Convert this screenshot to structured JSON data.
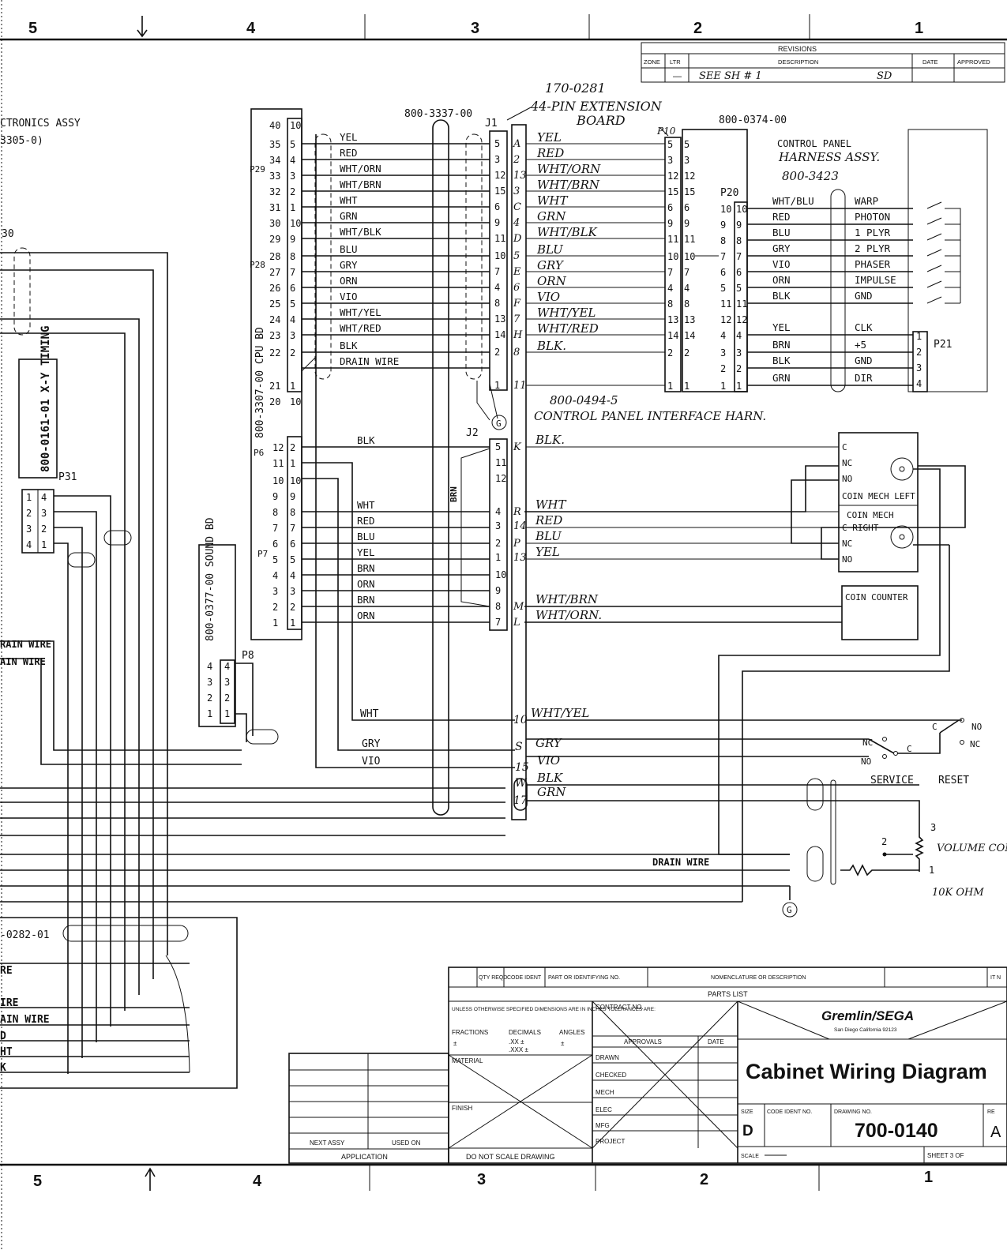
{
  "zones": {
    "top": [
      "5",
      "4",
      "3",
      "2",
      "1"
    ],
    "bottom": [
      "5",
      "4",
      "3",
      "2",
      "1"
    ]
  },
  "revisions": {
    "title": "REVISIONS",
    "headers": [
      "ZONE",
      "LTR",
      "DESCRIPTION",
      "DATE",
      "APPROVED"
    ],
    "row": {
      "ltr": "—",
      "desc": "SEE SH # 1",
      "date": "SD"
    }
  },
  "left_labels": {
    "electronics": "CTRONICS ASSY",
    "electronics_no": "3305-0)",
    "p30": "30",
    "xy_timing": "800-0161-01 X-Y TIMING",
    "p31": "P31",
    "rain_wire_1": "RAIN WIRE",
    "rain_wire_2": "AIN WIRE",
    "cable_0282": "-0282-01",
    "stub_re": "RE",
    "stub_ire": "IRE",
    "stub_ain_wire": "AIN WIRE",
    "stub_d": "D",
    "stub_ht": "HT",
    "stub_k": "K"
  },
  "cpu": {
    "board_label": "800-3307-00 CPU BD",
    "p29": "P29",
    "p28": "P28",
    "p6": "P6",
    "p7": "P7",
    "pins_upper": [
      "40",
      "35",
      "34",
      "33",
      "32",
      "31",
      "30",
      "29",
      "28",
      "27",
      "26",
      "25",
      "24",
      "23",
      "22",
      "21",
      "20"
    ],
    "inner_upper": [
      "10",
      "5",
      "4",
      "3",
      "2",
      "1",
      "10",
      "9",
      "8",
      "7",
      "6",
      "5",
      "4",
      "3",
      "2",
      "1",
      "10"
    ],
    "pins_lower": [
      "12",
      "11",
      "10",
      "9",
      "8",
      "7",
      "6",
      "5",
      "4",
      "3",
      "2",
      "1"
    ],
    "inner_lower": [
      "2",
      "1",
      "10",
      "9",
      "8",
      "7",
      "6",
      "5",
      "4",
      "3",
      "2",
      "1"
    ]
  },
  "sound": {
    "board_label": "800-0377-00 SOUND BD",
    "p8": "P8",
    "pins": [
      "4",
      "3",
      "2",
      "1"
    ],
    "inner": [
      "4",
      "3",
      "2",
      "1"
    ]
  },
  "upper_wires": [
    "YEL",
    "RED",
    "WHT/ORN",
    "WHT/BRN",
    "WHT",
    "GRN",
    "WHT/BLK",
    "BLU",
    "GRY",
    "ORN",
    "VIO",
    "WHT/YEL",
    "WHT/RED",
    "BLK",
    "DRAIN WIRE"
  ],
  "lower_wires": [
    "BLK",
    "WHT",
    "RED",
    "BLU",
    "YEL",
    "BRN",
    "ORN",
    "BRN",
    "ORN"
  ],
  "ext_board": {
    "part": "170-0281",
    "title1": "44-PIN EXTENSION",
    "title2": "BOARD",
    "cable": "800-3337-00",
    "j1": "J1",
    "j2": "J2",
    "brn": "BRN",
    "j1_num": [
      "5",
      "3",
      "12",
      "15",
      "6",
      "9",
      "11",
      "10",
      "7",
      "4",
      "8",
      "13",
      "14",
      "2",
      "1"
    ],
    "j1_let": [
      "A",
      "2",
      "13",
      "3",
      "C",
      "4",
      "D",
      "5",
      "E",
      "6",
      "F",
      "7",
      "H",
      "8",
      "11"
    ],
    "j2_num": [
      "5",
      "11",
      "12",
      "4",
      "3",
      "2",
      "1",
      "10",
      "9",
      "8",
      "7"
    ],
    "j2_let": [
      "K",
      "",
      "",
      "R",
      "14",
      "P",
      "13",
      "",
      "",
      "M",
      "L"
    ]
  },
  "hand_wires_upper": [
    "YEL",
    "RED",
    "WHT/ORN",
    "WHT/BRN",
    "WHT",
    "GRN",
    "WHT/BLK",
    "BLU",
    "GRY",
    "ORN",
    "VIO",
    "WHT/YEL",
    "WHT/RED",
    "BLK."
  ],
  "hand_wires_lower": [
    "BLK.",
    "WHT",
    "RED",
    "BLU",
    "YEL",
    "WHT/BRN",
    "WHT/ORN."
  ],
  "interface_harness": {
    "part": "800-0494-5",
    "name": "CONTROL PANEL INTERFACE HARN."
  },
  "p10": {
    "label": "P10",
    "cable": "800-0374-00",
    "pins_a": [
      "5",
      "3",
      "12",
      "15",
      "6",
      "9",
      "11",
      "10",
      "7",
      "4",
      "8",
      "13",
      "14",
      "2",
      "1"
    ],
    "pins_b": [
      "5",
      "3",
      "12",
      "15",
      "6",
      "9",
      "11",
      "10",
      "7",
      "4",
      "8",
      "13",
      "14",
      "2",
      "1"
    ]
  },
  "p20": {
    "label": "P20",
    "pins_a": [
      "10",
      "9",
      "8",
      "7",
      "6",
      "5",
      "11",
      "12",
      "4",
      "3",
      "2",
      "1"
    ],
    "pins_b": [
      "10",
      "9",
      "8",
      "7",
      "6",
      "5",
      "11",
      "12",
      "4",
      "3",
      "2",
      "1"
    ]
  },
  "control_panel": {
    "title": "CONTROL PANEL",
    "harness": "HARNESS ASSY.",
    "harness_no": "800-3423",
    "wires": [
      "WHT/BLU",
      "RED",
      "BLU",
      "GRY",
      "VIO",
      "ORN",
      "BLK",
      "YEL",
      "BRN",
      "BLK",
      "GRN"
    ],
    "functions": [
      "WARP",
      "PHOTON",
      "1 PLYR",
      "2 PLYR",
      "PHASER",
      "IMPULSE",
      "GND",
      "CLK",
      "+5",
      "GND",
      "DIR"
    ],
    "p21": "P21",
    "p21_pins": [
      "1",
      "2",
      "3",
      "4"
    ]
  },
  "coin": {
    "left": [
      "C",
      "NC",
      "NO",
      "COIN MECH LEFT"
    ],
    "right": [
      "COIN MECH",
      "C  RIGHT",
      "NC",
      "NO"
    ],
    "counter": "COIN COUNTER"
  },
  "bottom_wires": [
    "WHT",
    "GRY",
    "VIO"
  ],
  "bottom_hand": [
    "WHT/YEL",
    "GRY",
    "VIO",
    "BLK",
    "GRN"
  ],
  "bottom_pins": [
    "10",
    "S",
    "15",
    "W",
    "17"
  ],
  "switches": {
    "c": "C",
    "no": "NO",
    "nc": "NC",
    "service": "SERVICE",
    "reset": "RESET"
  },
  "volume": {
    "label": "VOLUME CONTROL POT.",
    "value": "10K OHM",
    "pin3": "3",
    "pin2": "2",
    "pin1": "1",
    "drain": "DRAIN WIRE"
  },
  "ground": "G",
  "title_block": {
    "parts_headers": [
      "QTY REQD",
      "CODE IDENT",
      "PART OR IDENTIFYING NO.",
      "NOMENCLATURE OR DESCRIPTION",
      "IT N"
    ],
    "parts_list": "PARTS LIST",
    "unless": "UNLESS OTHERWISE SPECIFIED DIMENSIONS ARE IN INCHES TOLERANCES ARE:",
    "fractions": "FRACTIONS",
    "decimals": "DECIMALS",
    "angles": "ANGLES",
    "pm": "±",
    "xx": ".XX ±",
    "xxx": ".XXX ±",
    "material": "MATERIAL",
    "finish": "FINISH",
    "contract": "CONTRACT NO.",
    "approvals": "APPROVALS",
    "date": "DATE",
    "roles": [
      "DRAWN",
      "CHECKED",
      "MECH",
      "ELEC",
      "MFG",
      "PROJECT"
    ],
    "company": "Gremlin/SEGA",
    "city": "San Diego California 92123",
    "title": "Cabinet Wiring Diagram",
    "size_label": "SIZE",
    "size": "D",
    "code_ident": "CODE IDENT NO.",
    "drawing_no_label": "DRAWING NO.",
    "drawing_no": "700-0140",
    "rev_label": "RE",
    "rev": "A",
    "scale": "SCALE",
    "sheet": "SHEET 3 OF",
    "next_assy": "NEXT ASSY",
    "used_on": "USED ON",
    "application": "APPLICATION",
    "do_not_scale": "DO NOT SCALE DRAWING"
  }
}
